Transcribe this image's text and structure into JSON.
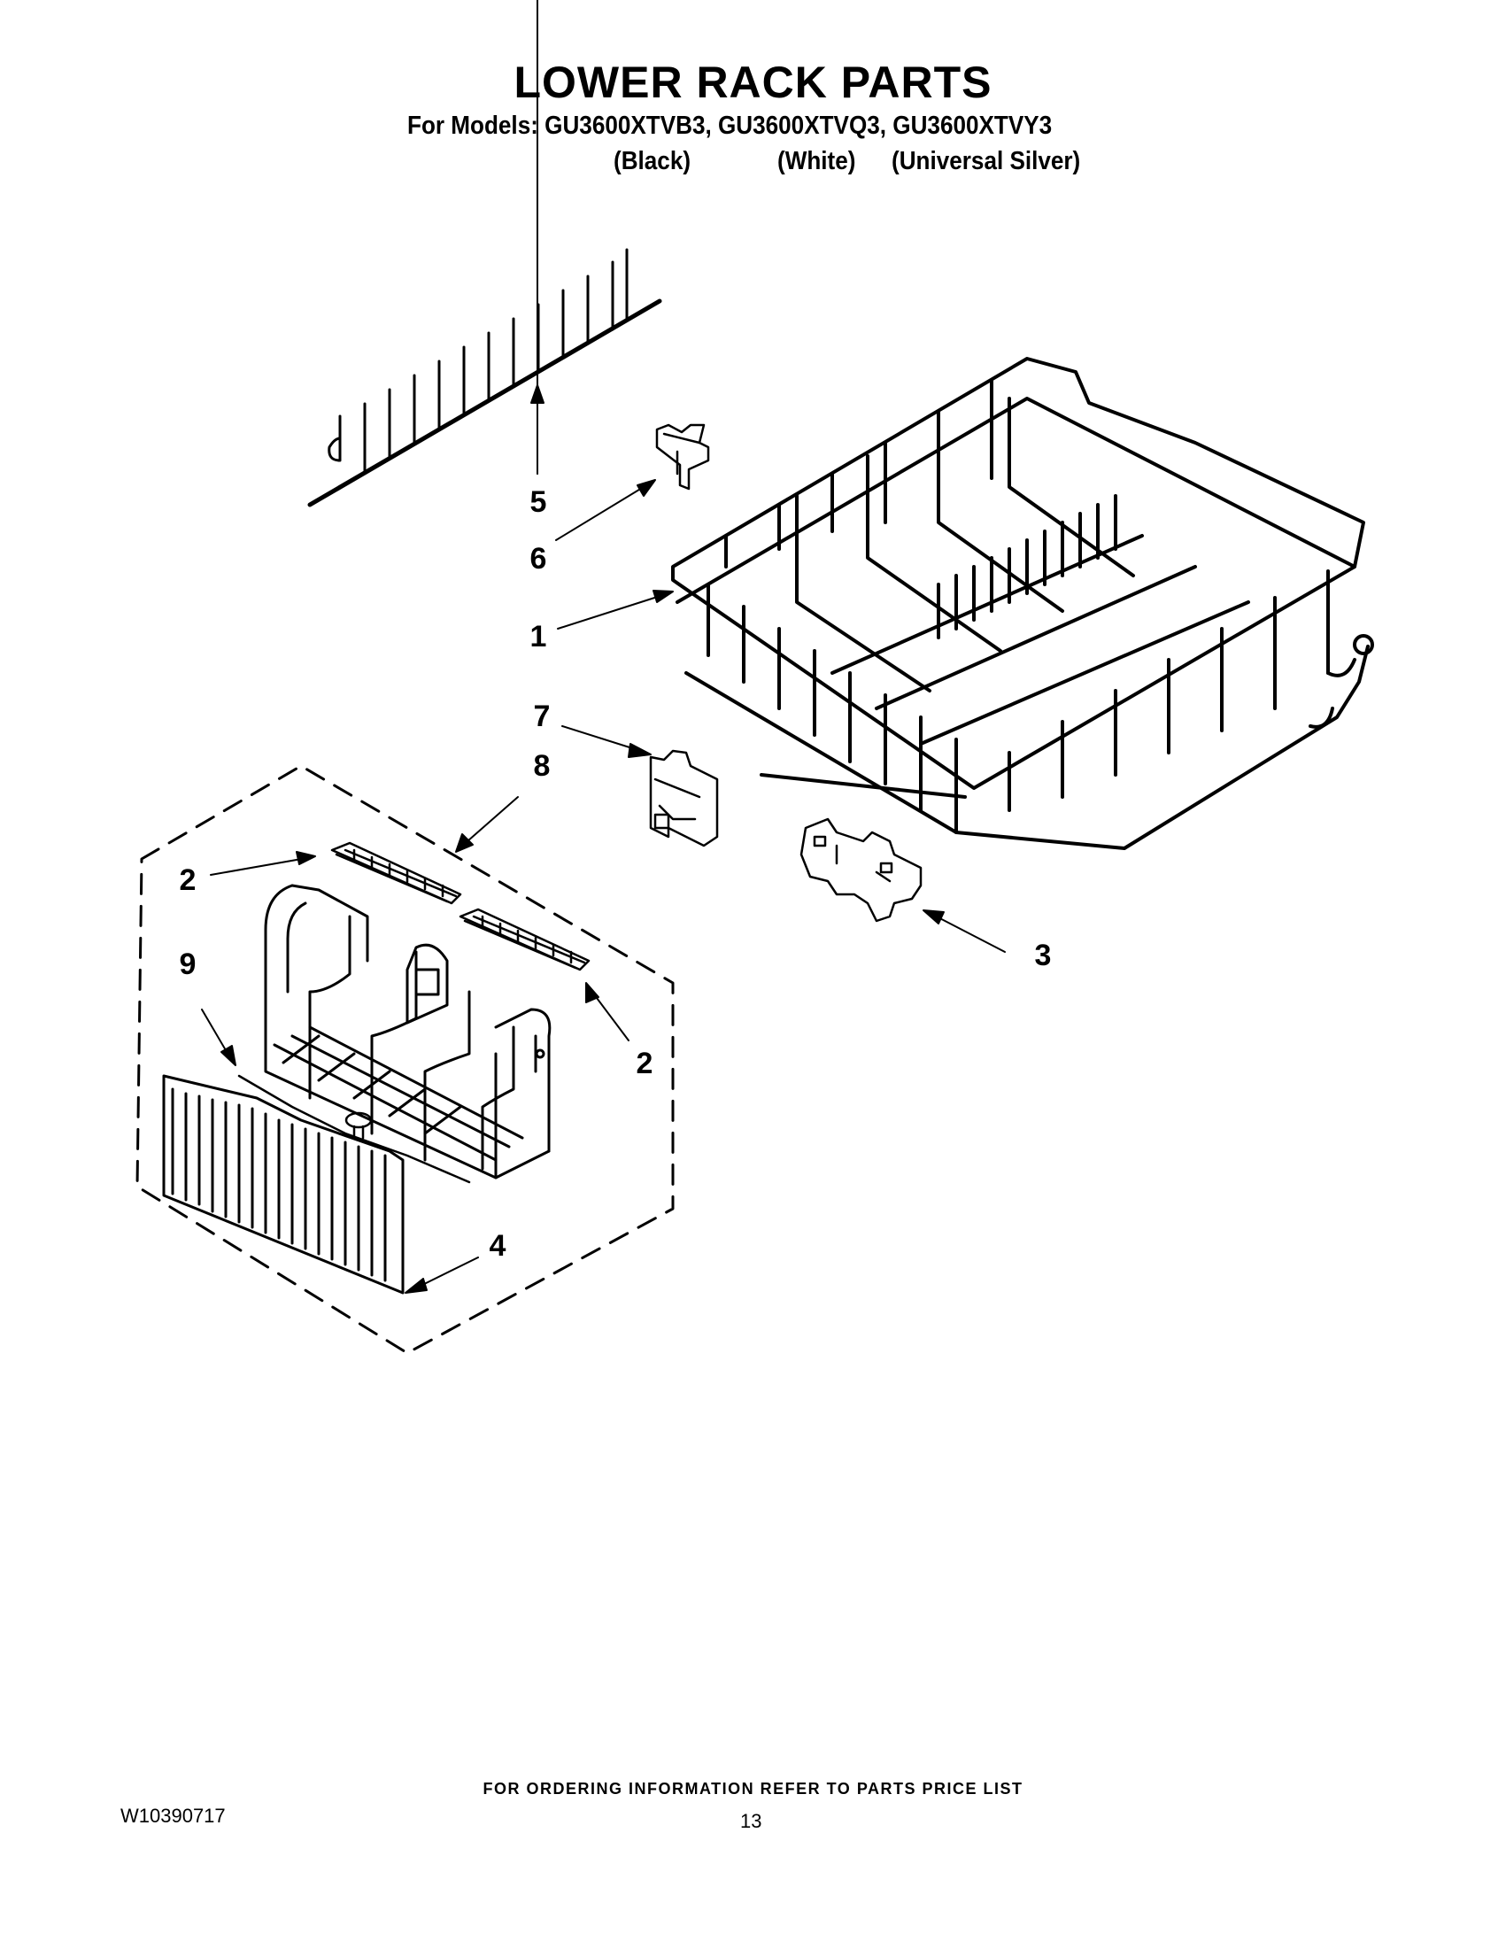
{
  "header": {
    "title": "LOWER RACK PARTS",
    "models_line": "For Models: GU3600XTVB3, GU3600XTVQ3, GU3600XTVY3",
    "colors": [
      "(Black)",
      "(White)",
      "(Universal Silver)"
    ]
  },
  "callouts": {
    "c1": "1",
    "c2a": "2",
    "c2b": "2",
    "c3": "3",
    "c4": "4",
    "c5": "5",
    "c6": "6",
    "c7": "7",
    "c8": "8",
    "c9": "9"
  },
  "footer": {
    "ordering_note": "FOR ORDERING INFORMATION REFER TO PARTS PRICE LIST",
    "doc_number": "W10390717",
    "page_number": "13"
  }
}
